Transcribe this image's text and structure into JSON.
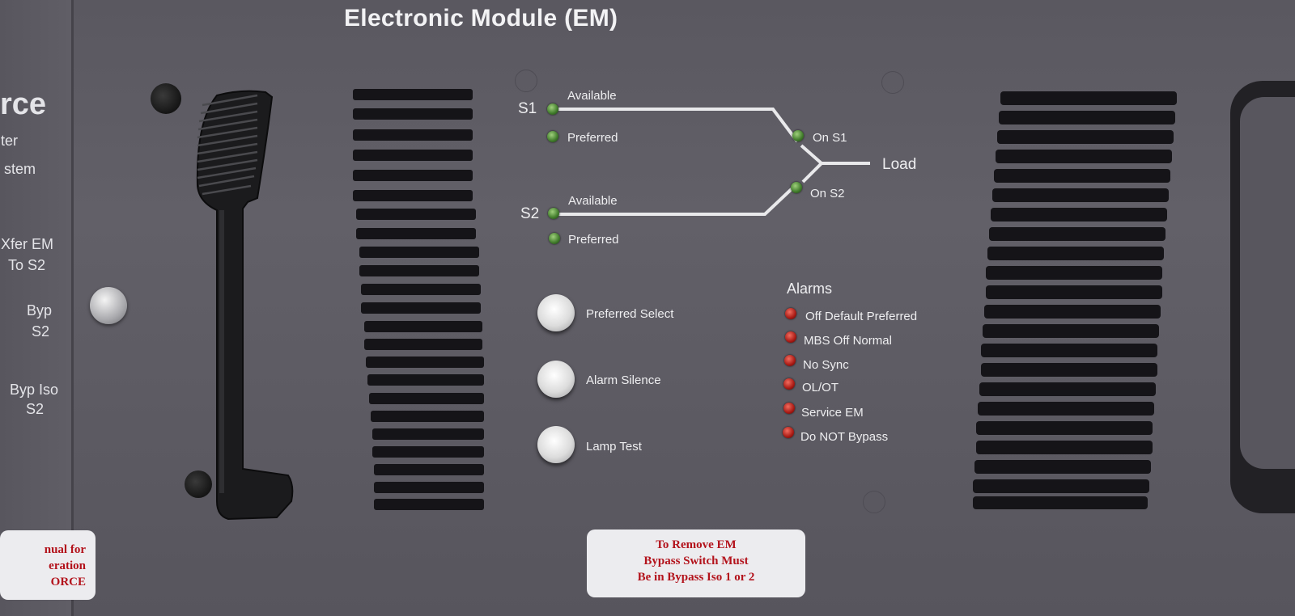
{
  "title": "Electronic Module (EM)",
  "left_panel": {
    "fragment_big": "rce",
    "fragment_lines": [
      "ter",
      "stem"
    ],
    "buttons_text": [
      {
        "line1": "Xfer EM",
        "line2": "To S2"
      },
      {
        "line1": "Byp",
        "line2": "S2"
      },
      {
        "line1": "Byp Iso",
        "line2": "S2"
      }
    ],
    "label_lines": [
      "nual for",
      "eration",
      "ORCE"
    ]
  },
  "sources": {
    "s1": {
      "name": "S1",
      "available": "Available",
      "preferred": "Preferred"
    },
    "s2": {
      "name": "S2",
      "available": "Available",
      "preferred": "Preferred"
    },
    "on_s1": "On S1",
    "on_s2": "On S2",
    "load": "Load"
  },
  "controls": {
    "preferred_select": "Preferred Select",
    "alarm_silence": "Alarm Silence",
    "lamp_test": "Lamp Test"
  },
  "alarms": {
    "heading": "Alarms",
    "items": [
      "Off Default Preferred",
      "MBS Off Normal",
      "No Sync",
      "OL/OT",
      "Service EM",
      "Do NOT Bypass"
    ]
  },
  "warning_label": {
    "line1": "To Remove EM",
    "line2": "Bypass Switch Must",
    "line3": "Be in Bypass Iso 1 or 2"
  },
  "colors": {
    "panel": "#5f5d65",
    "led_green": "#3f7a2a",
    "led_red": "#a81a14",
    "label_text_red": "#b3121b"
  }
}
